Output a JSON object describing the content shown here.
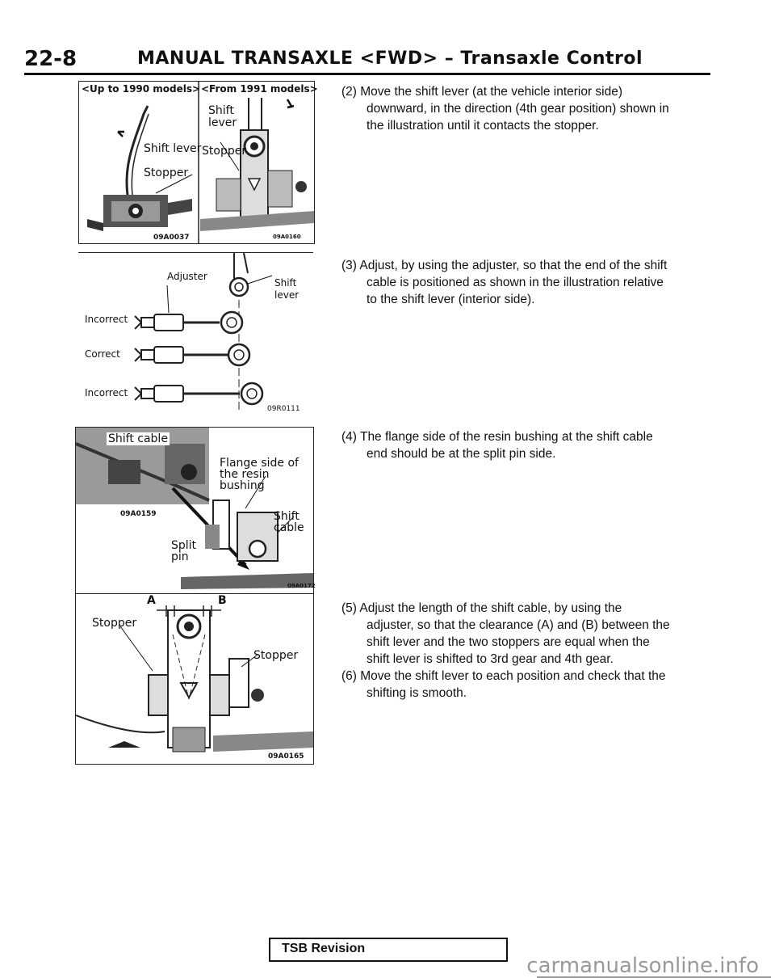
{
  "header": {
    "page_number": "22-8",
    "title": "MANUAL TRANSAXLE <FWD> – Transaxle Control"
  },
  "figures": {
    "fig1": {
      "label_left": "<Up to 1990 models>",
      "label_right": "<From 1991 models>",
      "shift_lever_left": "Shift lever",
      "stopper_left": "Stopper",
      "shift_lever_right_1": "Shift",
      "shift_lever_right_2": "lever",
      "stopper_right": "Stopper",
      "code_left": "09A0037",
      "code_right": "09A0160"
    },
    "fig2": {
      "adjuster": "Adjuster",
      "shift_1": "Shift",
      "shift_2": "lever",
      "incorrect_1": "Incorrect",
      "correct": "Correct",
      "incorrect_2": "Incorrect",
      "code": "09R0111"
    },
    "fig3": {
      "shift_cable_top": "Shift cable",
      "flange_1": "Flange side of",
      "flange_2": "the resin",
      "flange_3": "bushing",
      "code_mid": "09A0159",
      "shift_cable_1": "Shift",
      "shift_cable_2": "cable",
      "split_1": "Split",
      "split_2": "pin",
      "code": "09A0172"
    },
    "fig4": {
      "label_a": "A",
      "label_b": "B",
      "stopper_left": "Stopper",
      "stopper_right": "Stopper",
      "code": "09A0165"
    }
  },
  "steps": [
    {
      "line1": "(2) Move the shift lever (at the vehicle interior side)",
      "line2": "downward, in the direction (4th gear position) shown in",
      "line3": "the illustration until it contacts the stopper."
    },
    {
      "line1": "(3) Adjust, by using the adjuster, so that the end of the shift",
      "line2": "cable is positioned as shown in the illustration relative",
      "line3": "to the shift lever (interior side)."
    },
    {
      "line1": "(4) The flange side of the resin bushing at the shift cable",
      "line2": "end should be at the split pin side."
    },
    {
      "line1": "(5) Adjust the length of the shift cable, by using the",
      "line2": "adjuster, so that the clearance (A) and (B) between the",
      "line3": "shift lever and the two stoppers are equal when the",
      "line4": "shift lever is shifted to 3rd gear and 4th gear."
    },
    {
      "line1": "(6) Move the shift lever to each position and check that the",
      "line2": "shifting is smooth."
    }
  ],
  "footer": {
    "tsb": "TSB Revision",
    "watermark": "carmanualsonline.info"
  }
}
